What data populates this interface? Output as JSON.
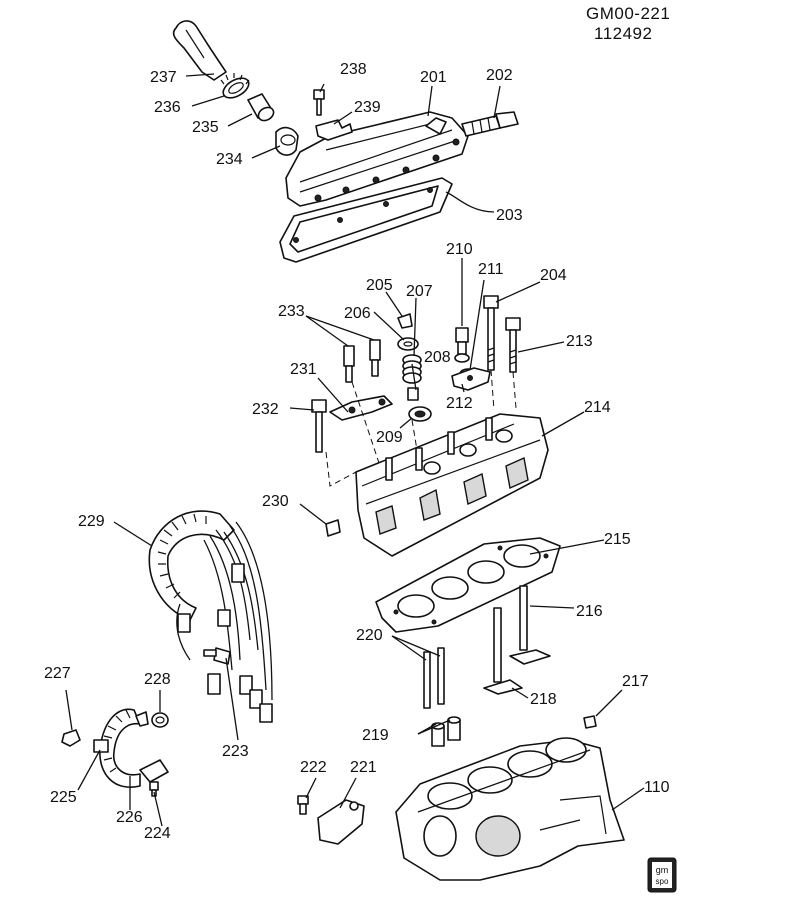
{
  "header": {
    "code": "GM00-221",
    "number": "112492"
  },
  "logo": {
    "line1": "gm",
    "line2": "spo"
  },
  "callouts": {
    "c110": "110",
    "c201": "201",
    "c202": "202",
    "c203": "203",
    "c204": "204",
    "c205": "205",
    "c206": "206",
    "c207": "207",
    "c208": "208",
    "c209": "209",
    "c210": "210",
    "c211": "211",
    "c212": "212",
    "c213": "213",
    "c214": "214",
    "c215": "215",
    "c216": "216",
    "c217": "217",
    "c218": "218",
    "c219": "219",
    "c220": "220",
    "c221": "221",
    "c222": "222",
    "c223": "223",
    "c224": "224",
    "c225": "225",
    "c226": "226",
    "c227": "227",
    "c228": "228",
    "c229": "229",
    "c230": "230",
    "c231": "231",
    "c232": "232",
    "c233": "233",
    "c234": "234",
    "c235": "235",
    "c236": "236",
    "c237": "237",
    "c238": "238",
    "c239": "239"
  }
}
